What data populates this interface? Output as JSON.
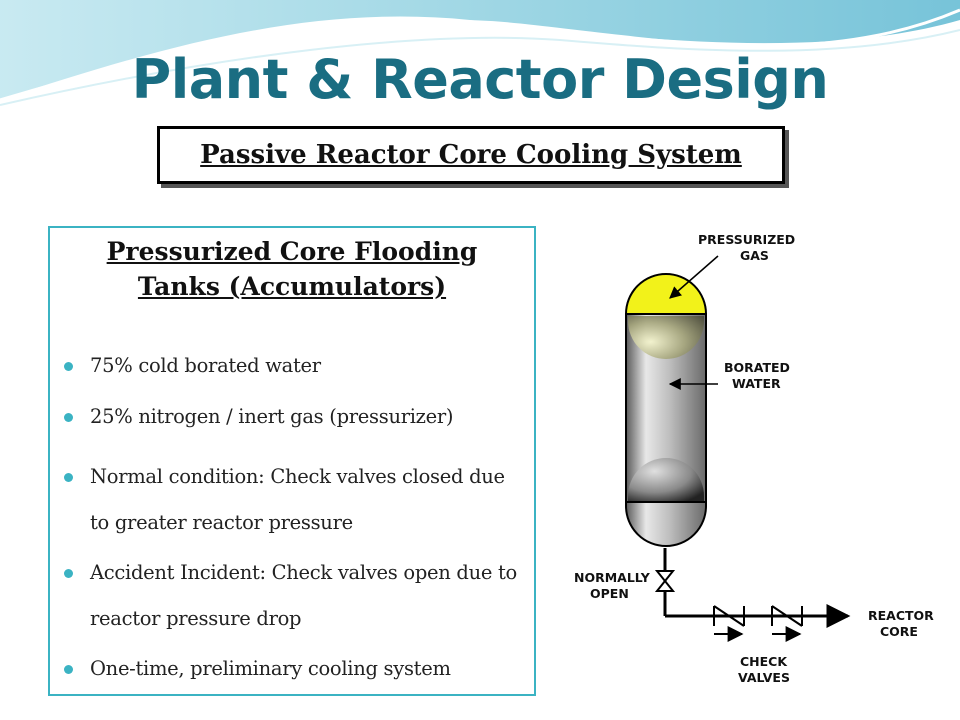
{
  "title": "Plant & Reactor Design",
  "subtitle": "Passive Reactor Core Cooling System",
  "panel": {
    "heading_line1": "Pressurized Core Flooding",
    "heading_line2": "Tanks (Accumulators)",
    "bullets": [
      "75% cold borated water",
      "25% nitrogen / inert gas (pressurizer)",
      "Normal condition: Check valves closed due to greater reactor pressure",
      "Accident Incident: Check valves open due to reactor pressure drop",
      "One-time, preliminary cooling system"
    ]
  },
  "diagram": {
    "label_gas_1": "PRESSURIZED",
    "label_gas_2": "GAS",
    "label_water_1": "BORATED",
    "label_water_2": "WATER",
    "label_open_1": "NORMALLY",
    "label_open_2": "OPEN",
    "label_check_1": "CHECK",
    "label_check_2": "VALVES",
    "label_core_1": "REACTOR",
    "label_core_2": "CORE"
  },
  "colors": {
    "title": "#1a6d82",
    "accent": "#3bb3c3",
    "gas": "#f2f21a"
  }
}
